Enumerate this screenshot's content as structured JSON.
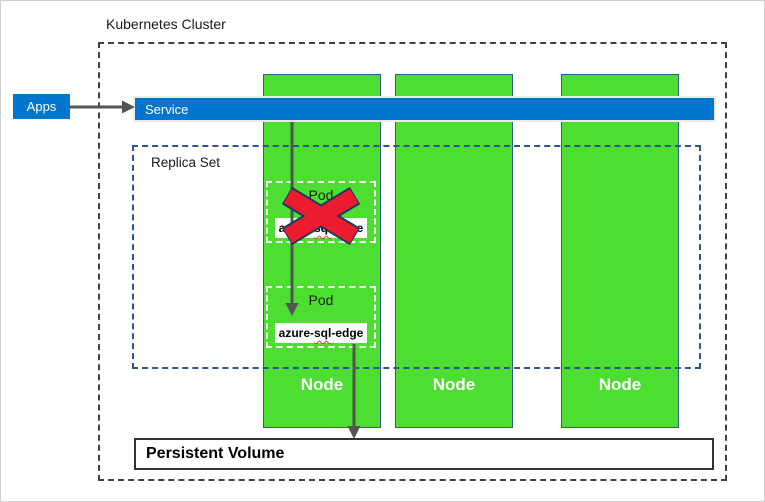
{
  "diagram": {
    "title": "Kubernetes Cluster",
    "apps": {
      "label": "Apps"
    },
    "service": {
      "label": "Service"
    },
    "replica_set": {
      "label": "Replica Set"
    },
    "nodes": [
      {
        "label": "Node"
      },
      {
        "label": "Node"
      },
      {
        "label": "Node"
      }
    ],
    "pods": [
      {
        "label": "Pod",
        "container": "azure-sql-edge",
        "container_parts": [
          "azure-",
          "sql",
          "-edge"
        ],
        "status": "failed"
      },
      {
        "label": "Pod",
        "container": "azure-sql-edge",
        "container_parts": [
          "azure-",
          "sql",
          "-edge"
        ],
        "status": "running"
      }
    ],
    "persistent_volume": {
      "label": "Persistent Volume"
    },
    "colors": {
      "node_green": "#4DDE32",
      "azure_blue": "#0076CE",
      "failure_red": "#ED1B2E",
      "cluster_border_gray": "#404040",
      "replica_border_blue": "#2F5496",
      "arrow_gray": "#545454"
    }
  }
}
